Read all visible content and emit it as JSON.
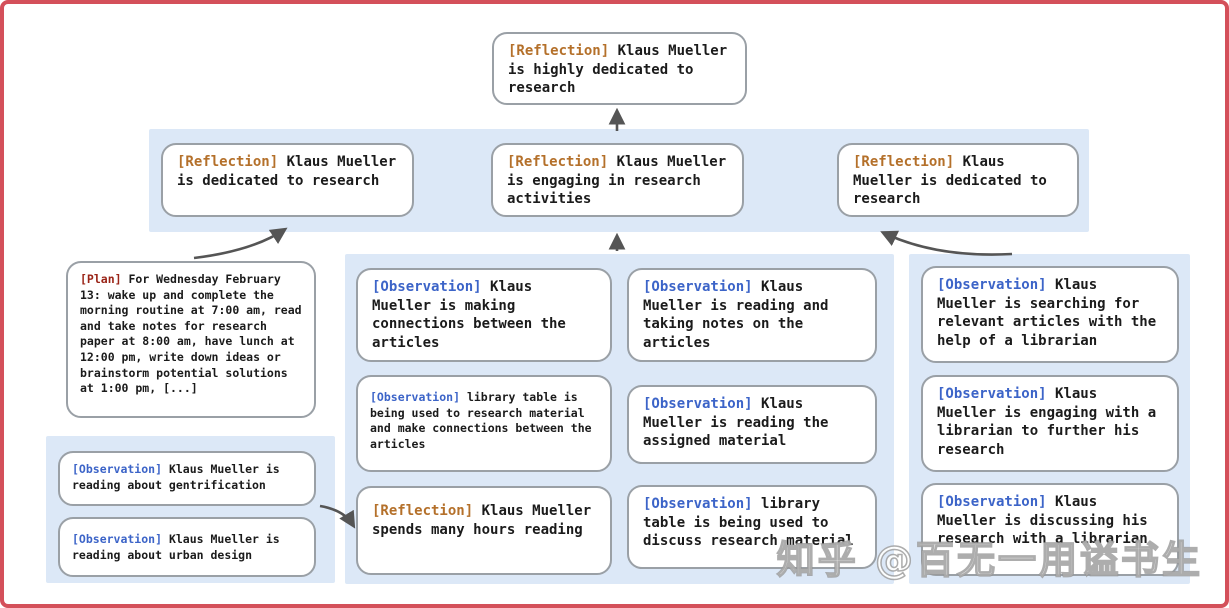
{
  "colors": {
    "frame_border": "#d4505a",
    "band_background": "#dce8f7",
    "box_border": "#9aa0a6",
    "reflection_tag": "#b4702a",
    "observation_tag": "#3c64c8",
    "plan_tag": "#9a2417",
    "arrow": "#555555",
    "text": "#1b1b1b"
  },
  "tree": {
    "root": {
      "tag": "[Reflection]",
      "label": "Klaus Mueller is highly dedicated to research"
    },
    "level2": [
      {
        "tag": "[Reflection]",
        "label": "Klaus Mueller is dedicated to research"
      },
      {
        "tag": "[Reflection]",
        "label": "Klaus Mueller is engaging in research activities"
      },
      {
        "tag": "[Reflection]",
        "label": "Klaus Mueller is dedicated to research"
      }
    ],
    "plan": {
      "tag": "[Plan]",
      "label": "For Wednesday February 13: wake up and complete the morning routine at 7:00 am, read and take notes for research paper at 8:00 am, have lunch at 12:00 pm, write down ideas or brainstorm potential solutions at 1:00 pm, [...]"
    },
    "left_observations": [
      {
        "tag": "[Observation]",
        "label": "Klaus Mueller is reading about gentrification"
      },
      {
        "tag": "[Observation]",
        "label": "Klaus Mueller is reading about urban design"
      }
    ],
    "middle_col1": [
      {
        "tag": "[Observation]",
        "label": "Klaus Mueller is making connections between the articles"
      },
      {
        "tag": "[Observation]",
        "label": "library table is being used to research material and make connections between the articles"
      },
      {
        "tag": "[Reflection]",
        "label": "Klaus Mueller spends many hours reading"
      }
    ],
    "middle_col2": [
      {
        "tag": "[Observation]",
        "label": "Klaus Mueller is reading and taking notes on the articles"
      },
      {
        "tag": "[Observation]",
        "label": "Klaus Mueller is reading the assigned material"
      },
      {
        "tag": "[Observation]",
        "label": "library table is being used to discuss research material"
      }
    ],
    "right_col": [
      {
        "tag": "[Observation]",
        "label": "Klaus Mueller is searching for relevant articles with the help of a librarian"
      },
      {
        "tag": "[Observation]",
        "label": "Klaus Mueller is engaging with a librarian to further his research"
      },
      {
        "tag": "[Observation]",
        "label": "Klaus Mueller is discussing his research with a librarian"
      }
    ]
  },
  "watermark": "知乎 @百无一用谥书生"
}
